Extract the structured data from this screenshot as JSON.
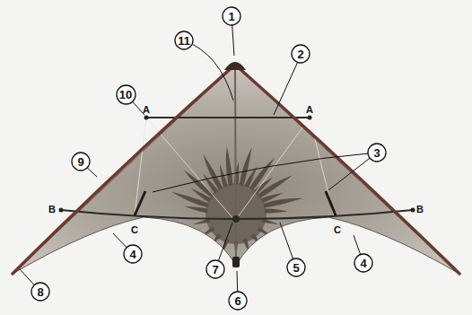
{
  "diagram": {
    "nodes": [
      {
        "text": [
          "1"
        ]
      },
      {
        "text": [
          "11"
        ]
      },
      {
        "text": [
          "2"
        ]
      },
      {
        "text": [
          "10"
        ]
      },
      {
        "text": [
          "3"
        ]
      },
      {
        "text": [
          "9"
        ]
      },
      {
        "text": [
          "4"
        ]
      },
      {
        "text": [
          "4"
        ]
      },
      {
        "text": [
          "5"
        ]
      },
      {
        "text": [
          "7"
        ]
      },
      {
        "text": [
          "8"
        ]
      },
      {
        "text": [
          "6"
        ]
      }
    ],
    "labels": [
      "A",
      "A",
      "B",
      "B",
      "C",
      "C"
    ]
  }
}
